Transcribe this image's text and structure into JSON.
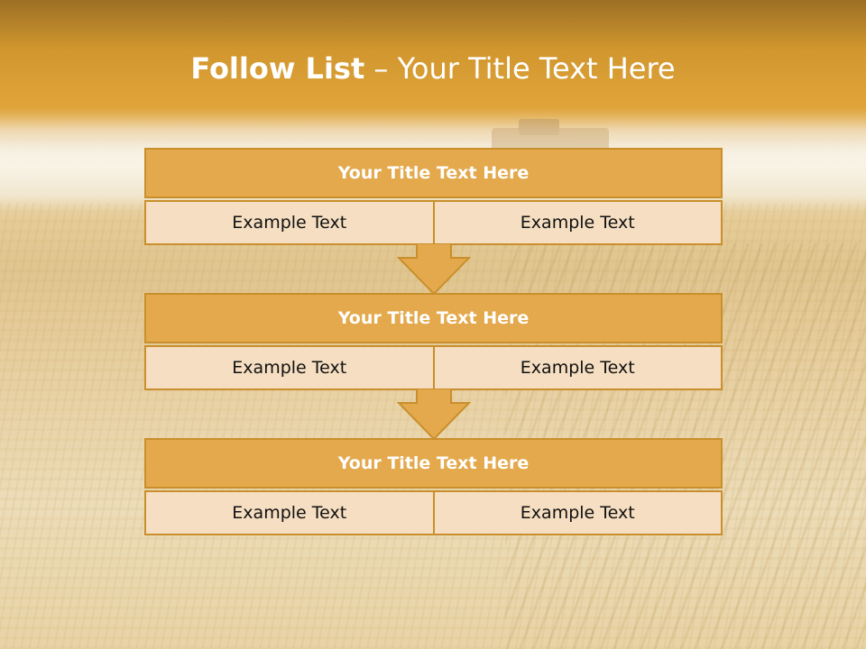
{
  "slide": {
    "title_bold": "Follow List",
    "title_rest": " – Your Title Text Here",
    "colors": {
      "header_fill": "#e3a94c",
      "border": "#c98f2c",
      "cell_fill": "#f5dec1",
      "arrow_fill": "#e3a94c"
    },
    "blocks": [
      {
        "heading": "Your Title Text Here",
        "cells": [
          "Example Text",
          "Example Text"
        ]
      },
      {
        "heading": "Your Title Text Here",
        "cells": [
          "Example Text",
          "Example Text"
        ]
      },
      {
        "heading": "Your Title Text Here",
        "cells": [
          "Example Text",
          "Example Text"
        ]
      }
    ],
    "connector_icon": "down-arrow"
  }
}
